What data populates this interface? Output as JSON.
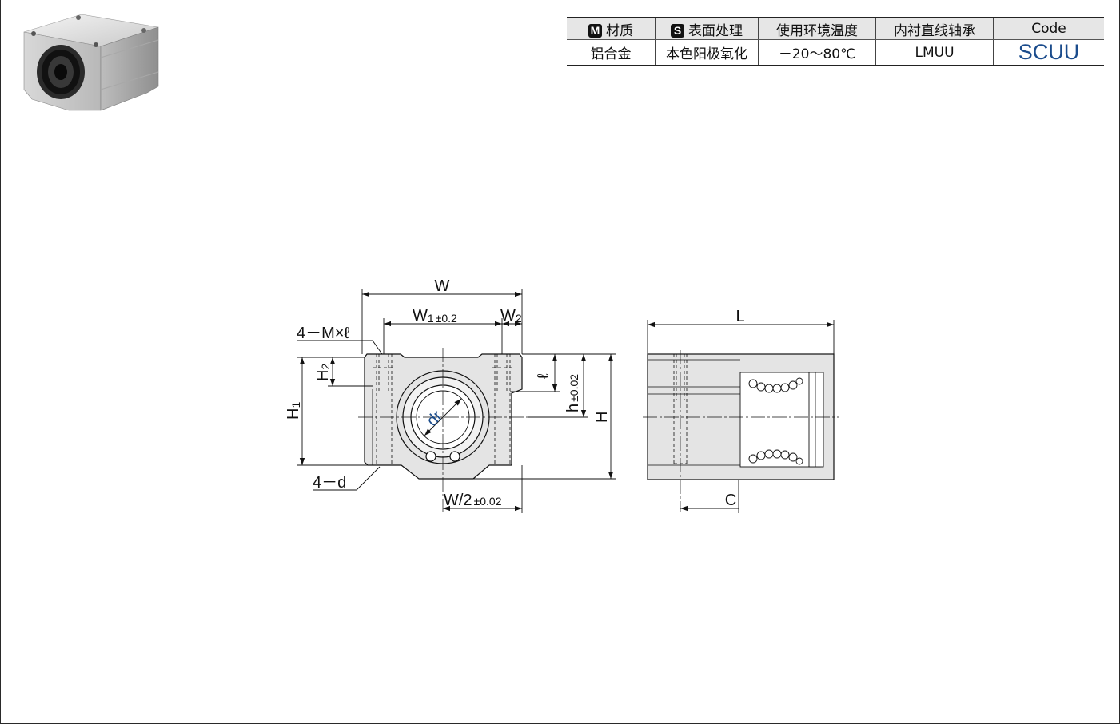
{
  "product": {
    "photo_icon": "linear-bushing-block-photo"
  },
  "spec_table": {
    "headers": [
      {
        "badge": "M",
        "label": "材质"
      },
      {
        "badge": "S",
        "label": "表面处理"
      },
      {
        "badge": "",
        "label": "使用环境温度"
      },
      {
        "badge": "",
        "label": "内衬直线轴承"
      },
      {
        "badge": "",
        "label": "Code"
      }
    ],
    "values": [
      "铝合金",
      "本色阳极氧化",
      "－20～80℃",
      "LMUU",
      "SCUU"
    ]
  },
  "drawing": {
    "labels": {
      "W": "W",
      "W1": "W",
      "W1_sub": "1",
      "W1_tol": "±0.2",
      "W2": "W",
      "W2_sub": "2",
      "thread": "4－M×ℓ",
      "H2": "H",
      "H2_sub": "2",
      "H1": "H",
      "H1_sub": "1",
      "ell": "ℓ",
      "h": "h",
      "h_tol": "±0.02",
      "H": "H",
      "dr": "dr",
      "hole": "4－d",
      "W_half": "W/2",
      "W_half_tol": "±0.02",
      "L": "L",
      "C": "C"
    },
    "accent_color": "#1b4c8c"
  }
}
